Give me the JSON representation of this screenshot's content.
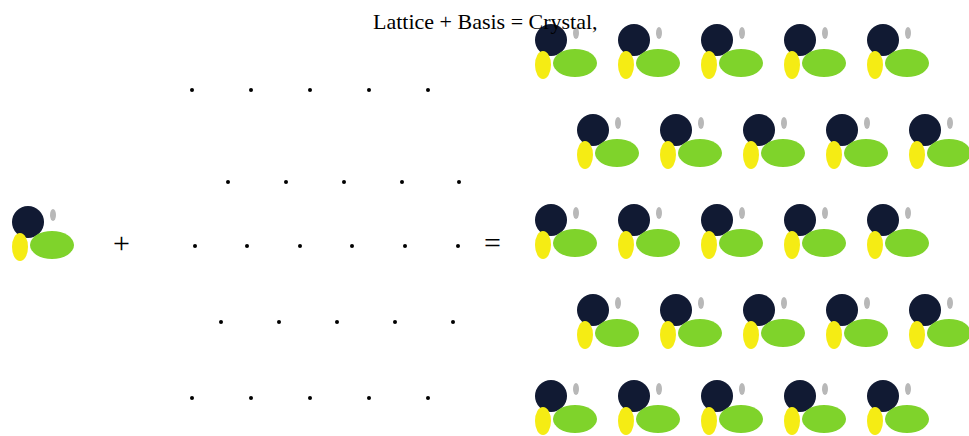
{
  "diagram": {
    "title": "Lattice + Basis = Crystal,",
    "labels": [
      "+",
      "="
    ]
  }
}
